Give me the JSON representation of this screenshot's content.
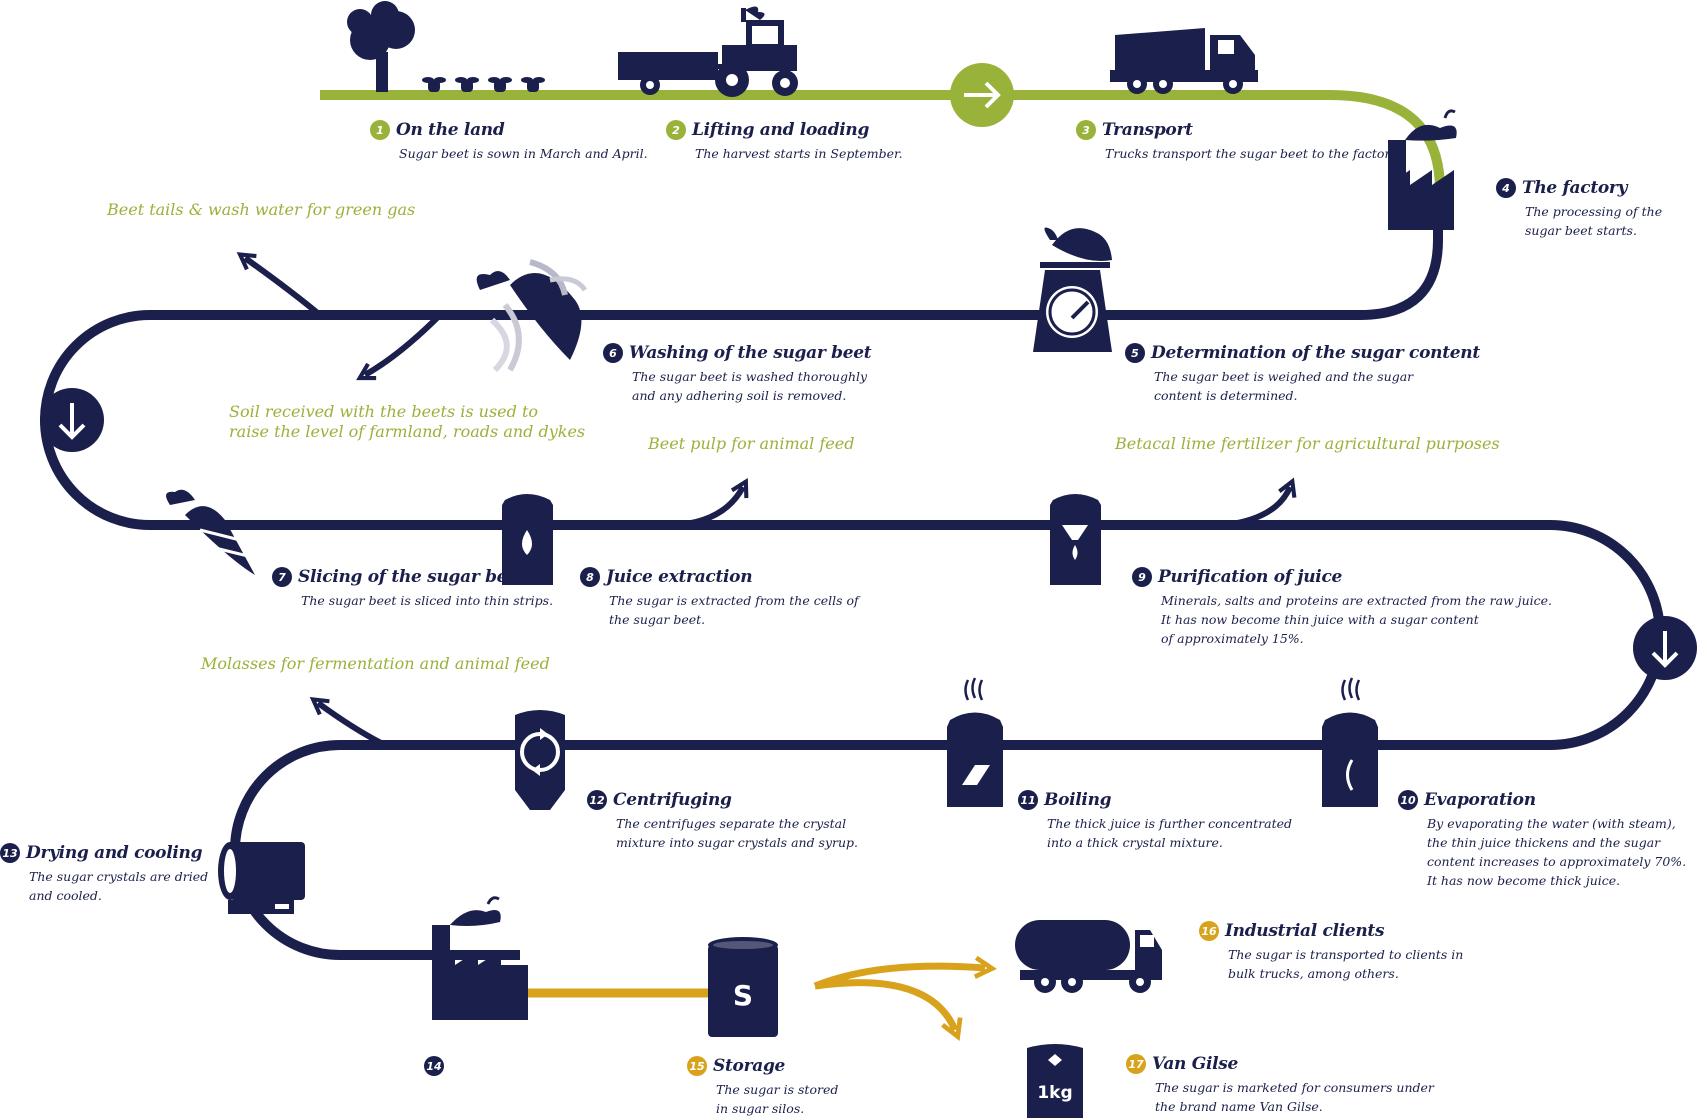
{
  "colors": {
    "navy": "#1b1f4b",
    "green": "#99b23a",
    "gold": "#d9a21d"
  },
  "steps": [
    {
      "num": "1",
      "title": "On the land",
      "desc": "Sugar beet is sown in March and April."
    },
    {
      "num": "2",
      "title": "Lifting and loading",
      "desc": "The harvest starts in September."
    },
    {
      "num": "3",
      "title": "Transport",
      "desc": "Trucks transport the sugar beet to the factory."
    },
    {
      "num": "4",
      "title": "The factory",
      "desc": "The processing of the\nsugar beet starts."
    },
    {
      "num": "5",
      "title": "Determination of the sugar content",
      "desc": "The sugar beet is weighed and the sugar\ncontent is determined."
    },
    {
      "num": "6",
      "title": "Washing of the sugar beet",
      "desc": "The sugar beet is washed thoroughly\nand any adhering soil is removed."
    },
    {
      "num": "7",
      "title": "Slicing of the sugar beet",
      "desc": "The sugar beet is sliced into thin strips."
    },
    {
      "num": "8",
      "title": "Juice extraction",
      "desc": "The sugar is extracted from the cells of\nthe sugar beet."
    },
    {
      "num": "9",
      "title": "Purification of juice",
      "desc": "Minerals, salts and proteins are extracted from the raw juice.\nIt has now become thin juice with a sugar content\nof approximately 15%."
    },
    {
      "num": "10",
      "title": "Evaporation",
      "desc": "By evaporating the water (with steam),\nthe thin juice thickens and the sugar\ncontent increases to approximately 70%.\nIt has now become thick juice."
    },
    {
      "num": "11",
      "title": "Boiling",
      "desc": "The thick juice is further concentrated\ninto a thick crystal mixture."
    },
    {
      "num": "12",
      "title": "Centrifuging",
      "desc": "The centrifuges separate the crystal\nmixture into sugar crystals and syrup."
    },
    {
      "num": "13",
      "title": "Drying and cooling",
      "desc": "The sugar crystals are dried\nand cooled."
    },
    {
      "num": "14",
      "title": "",
      "desc": ""
    },
    {
      "num": "15",
      "title": "Storage",
      "desc": "The sugar is stored\nin sugar silos."
    },
    {
      "num": "16",
      "title": "Industrial clients",
      "desc": "The sugar is transported to clients in\nbulk trucks, among others."
    },
    {
      "num": "17",
      "title": "Van Gilse",
      "desc": "The sugar is marketed for consumers under\nthe brand name Van Gilse."
    }
  ],
  "byproducts": [
    {
      "text": "Beet tails & wash water for green gas"
    },
    {
      "text": "Soil received with the beets is used to\nraise the level of farmland, roads and dykes"
    },
    {
      "text": "Beet pulp for animal feed"
    },
    {
      "text": "Betacal lime fertilizer for agricultural purposes"
    },
    {
      "text": "Molasses for fermentation and animal feed"
    }
  ],
  "labels": {
    "package": "1kg",
    "silo": "S"
  },
  "icons": [
    "tree-icon",
    "seedling-icon",
    "tractor-icon",
    "trailer-icon",
    "dump-truck-icon",
    "factory-icon",
    "scale-icon",
    "beet-icon",
    "washing-beet-icon",
    "sliced-beet-icon",
    "silo-drop-icon",
    "silo-filter-icon",
    "steam-silo-icon",
    "centrifuge-icon",
    "dryer-icon",
    "sugar-silo-icon",
    "tanker-truck-icon",
    "sugar-package-icon",
    "arrow-right-icon",
    "arrow-down-icon"
  ]
}
